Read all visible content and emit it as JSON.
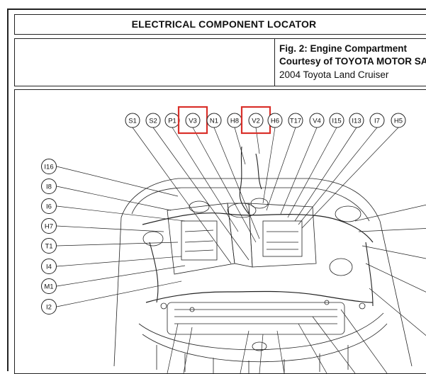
{
  "header": {
    "title": "ELECTRICAL COMPONENT LOCATOR"
  },
  "figure": {
    "title": "Fig. 2: Engine Compartment",
    "courtesy": "Courtesy of TOYOTA MOTOR SA",
    "vehicle": "2004 Toyota Land Cruiser"
  },
  "callouts_top": [
    "S1",
    "S2",
    "P1",
    "V3",
    "N1",
    "H8",
    "V2",
    "H6",
    "T17",
    "V4",
    "I15",
    "I13",
    "I7",
    "H5"
  ],
  "callouts_left": [
    "I16",
    "I8",
    "I6",
    "H7",
    "T1",
    "I4",
    "M1",
    "I2"
  ],
  "highlighted": [
    "V3",
    "V2"
  ],
  "colors": {
    "highlight": "#d9302a",
    "ink": "#111111"
  }
}
